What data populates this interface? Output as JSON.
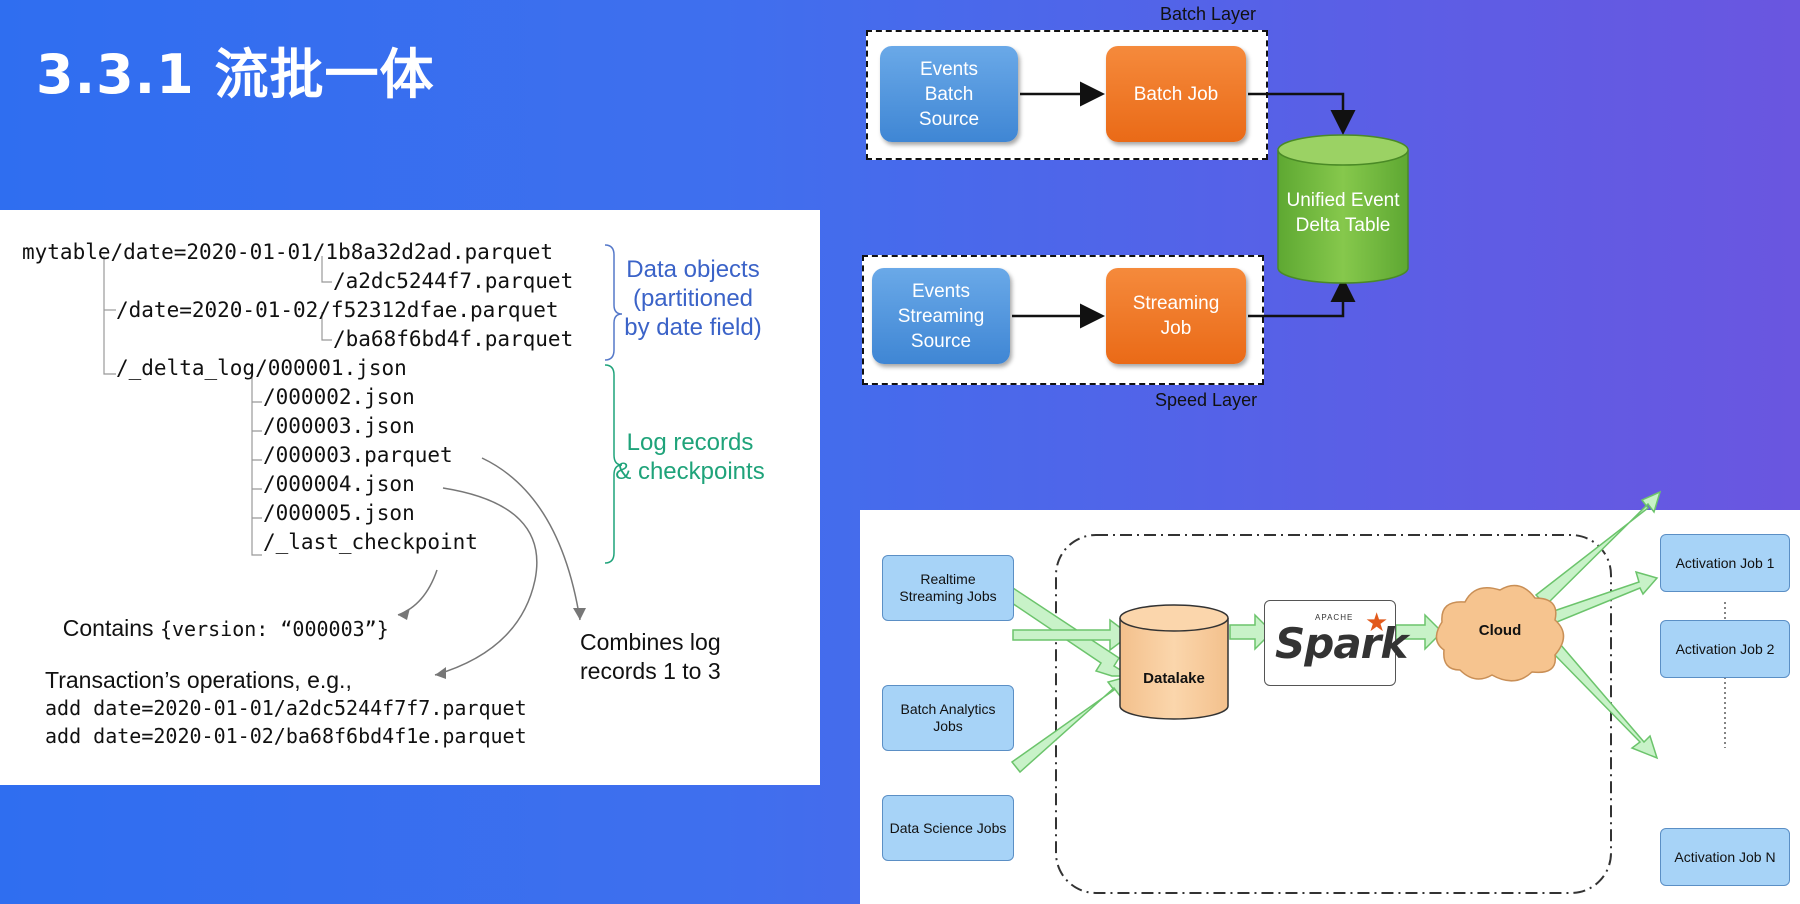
{
  "slide": {
    "title": "3.3.1 流批一体"
  },
  "file_tree": {
    "lines": [
      "mytable/date=2020-01-01/1b8a32d2ad.parquet",
      "/a2dc5244f7.parquet",
      "/date=2020-01-02/f52312dfae.parquet",
      "/ba68f6bd4f.parquet",
      "/_delta_log/000001.json",
      "/000002.json",
      "/000003.json",
      "/000003.parquet",
      "/000004.json",
      "/000005.json",
      "/_last_checkpoint"
    ],
    "data_objects_label": "Data objects\n(partitioned\nby date field)",
    "log_records_label": "Log records\n& checkpoints",
    "contains_note": "Contains ",
    "contains_code": "{version: “000003”}",
    "combines_note": "Combines log\nrecords 1 to 3",
    "transaction_note": "Transaction’s operations, e.g.,",
    "transaction_ops": [
      "add date=2020-01-01/a2dc5244f7f7.parquet",
      "add date=2020-01-02/ba68f6bd4f1e.parquet"
    ]
  },
  "lambda_diagram": {
    "batch_layer_label": "Batch Layer",
    "speed_layer_label": "Speed Layer",
    "events_batch_source": "Events\nBatch\nSource",
    "batch_job": "Batch Job",
    "events_streaming_source": "Events\nStreaming\nSource",
    "streaming_job": "Streaming\nJob",
    "unified_table": "Unified Event\nDelta Table",
    "colors": {
      "blue": "#4a90d9",
      "orange": "#ef7524",
      "green": "#6fb83c"
    }
  },
  "pipeline_diagram": {
    "sources": [
      "Realtime\nStreaming Jobs",
      "Batch Analytics\nJobs",
      "Data Science Jobs"
    ],
    "datalake": "Datalake",
    "spark_small": "APACHE",
    "spark_text": "Spark",
    "cloud": "Cloud",
    "activation_jobs": [
      "Activation Job 1",
      "Activation Job 2",
      "Activation Job N"
    ]
  }
}
